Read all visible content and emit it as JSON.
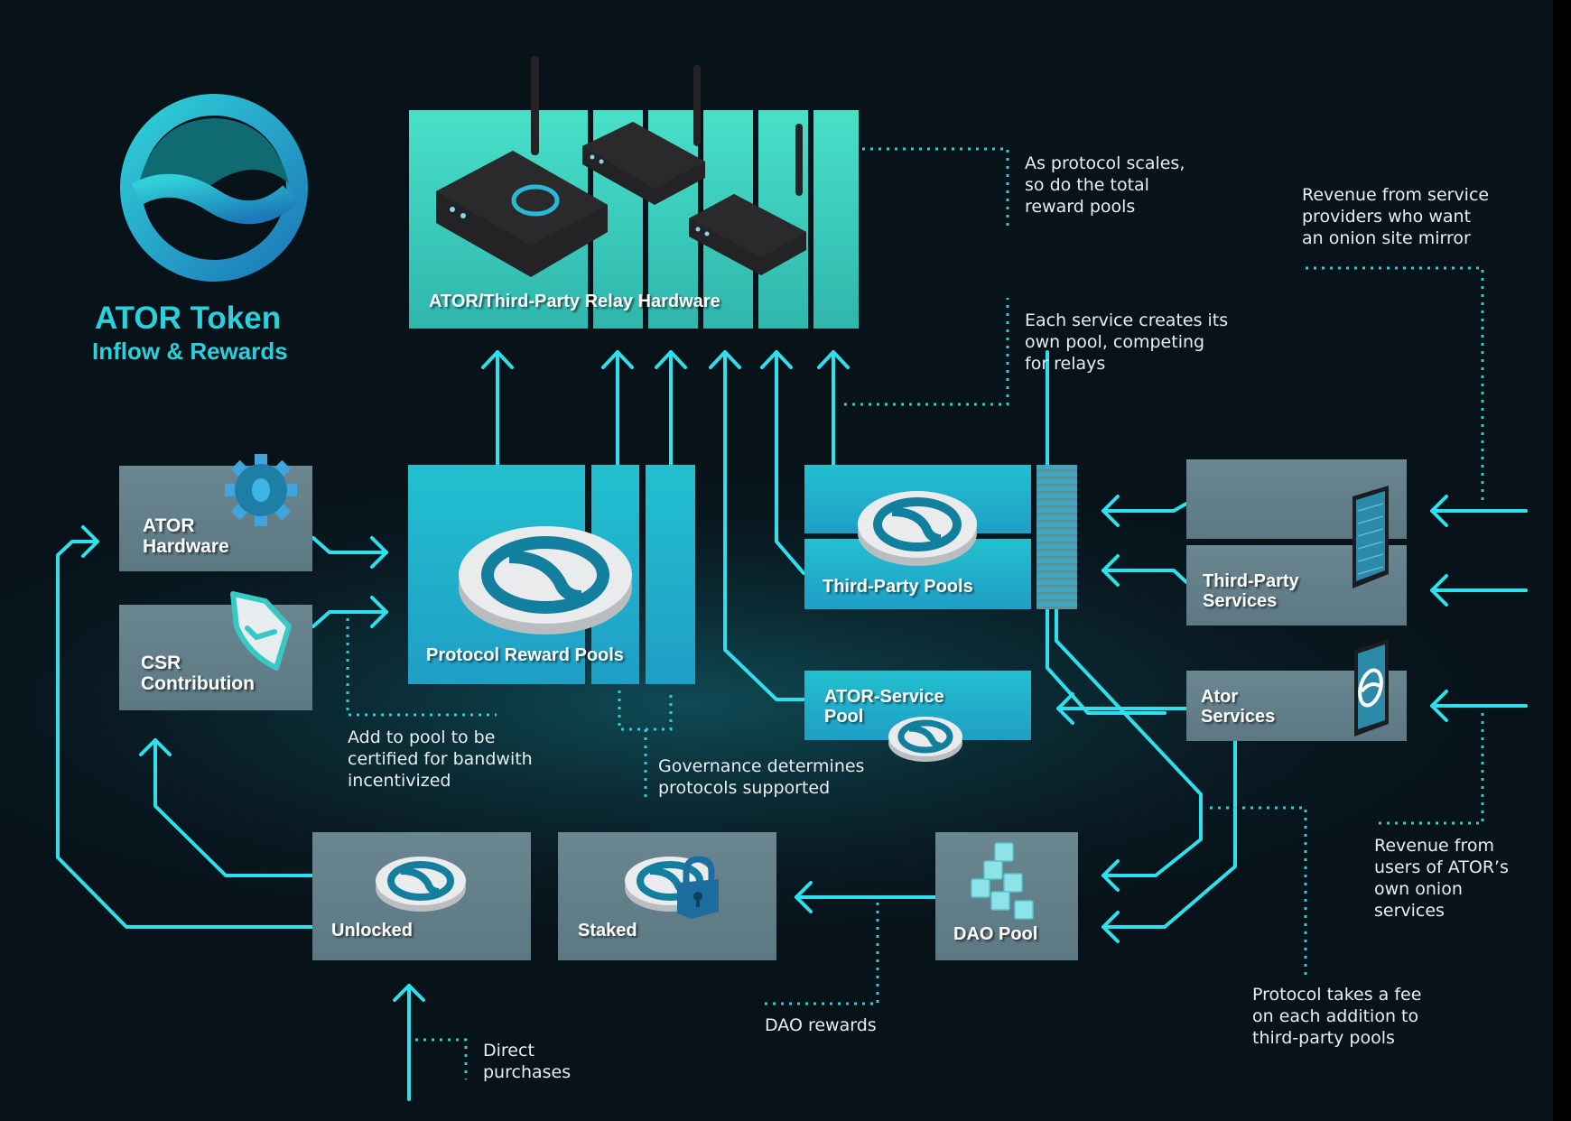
{
  "title": {
    "line1": "ATOR Token",
    "line2": "Inflow & Rewards",
    "logo_icon": "ator-logo-icon"
  },
  "colors": {
    "accent": "#2ee0ee",
    "title": "#2ad0dc",
    "box_gray": "#637f89",
    "box_teal": "#1fb2cc",
    "box_mint": "#3ccfbd",
    "background": "#0a1c24"
  },
  "nodes": {
    "relay_hardware": {
      "label": "ATOR/Third-Party Relay Hardware",
      "icon": "router-icon"
    },
    "ator_hardware": {
      "label_line1": "ATOR",
      "label_line2": "Hardware",
      "icon": "gear-icon"
    },
    "csr_contribution": {
      "label_line1": "CSR",
      "label_line2": "Contribution",
      "icon": "shield-check-icon"
    },
    "protocol_reward_pools": {
      "label": "Protocol Reward Pools",
      "icon": "token-coin-icon"
    },
    "third_party_pools": {
      "label": "Third-Party Pools",
      "icon": "token-coin-icon"
    },
    "ator_service_pool": {
      "label_line1": "ATOR-Service",
      "label_line2": "Pool",
      "icon": "token-coin-icon"
    },
    "third_party_services": {
      "label_line1": "Third-Party",
      "label_line2": "Services",
      "icon": "tablet-icon"
    },
    "ator_services": {
      "label_line1": "Ator",
      "label_line2": "Services",
      "icon": "tablet-logo-icon"
    },
    "unlocked": {
      "label": "Unlocked",
      "icon": "token-coin-icon"
    },
    "staked": {
      "label": "Staked",
      "icon": "padlock-icon"
    },
    "dao_pool": {
      "label": "DAO Pool",
      "icon": "cubes-icon"
    }
  },
  "annotations": {
    "scales": [
      "As protocol scales,",
      "so do the total",
      "reward pools"
    ],
    "each_service": [
      "Each service creates its",
      "own pool, competing",
      "for relays"
    ],
    "revenue_providers": [
      "Revenue from service",
      "providers who want",
      "an onion site mirror"
    ],
    "add_to_pool": [
      "Add to pool to be",
      "certified for bandwith",
      "incentivized"
    ],
    "governance": [
      "Governance determines",
      "protocols supported"
    ],
    "revenue_users": [
      "Revenue from",
      "users of ATOR’s",
      "own onion",
      "services"
    ],
    "protocol_fee": [
      "Protocol takes a fee",
      "on each addition to",
      "third-party pools"
    ],
    "dao_rewards": [
      "DAO rewards"
    ],
    "direct_purchases": [
      "Direct",
      "purchases"
    ]
  }
}
